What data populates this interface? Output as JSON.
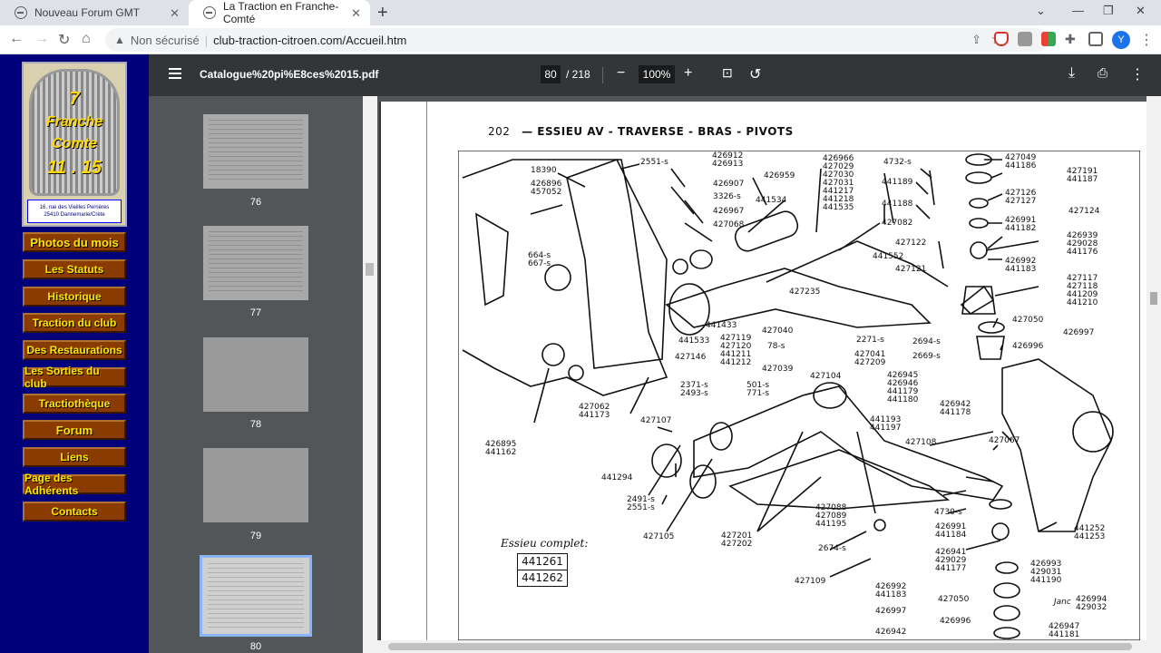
{
  "browser": {
    "tabs": [
      {
        "title": "Nouveau Forum GMT"
      },
      {
        "title": "La Traction en Franche-Comté"
      }
    ],
    "address": {
      "security": "Non sécurisé",
      "url": "club-traction-citroen.com/Accueil.htm"
    },
    "profile_initial": "Y"
  },
  "site": {
    "logo": {
      "line1": "7",
      "line2": "Franche",
      "line3": "Comte",
      "line4": "11 . 15",
      "address": "16, rue des Vieilles Perrières\n25410 Dannemarie/Crète"
    },
    "menu": [
      "Photos du mois",
      "Les Statuts",
      "Historique",
      "Traction du club",
      "Des Restaurations",
      "Les Sorties du club",
      "Tractiothèque",
      "Forum",
      "Liens",
      "Page des Adhérents",
      "Contacts"
    ]
  },
  "pdf": {
    "filename": "Catalogue%20pi%E8ces%2015.pdf",
    "current_page": "80",
    "total_pages": "/ 218",
    "zoom": "100%",
    "thumbnails": [
      {
        "label": "76"
      },
      {
        "label": "77"
      },
      {
        "label": "78"
      },
      {
        "label": "79"
      },
      {
        "label": "80"
      }
    ],
    "page": {
      "number": "202",
      "dash": "—",
      "title": "ESSIEU AV - TRAVERSE - BRAS - PIVOTS",
      "complete_label": "Essieu complet:",
      "complete_refs": [
        "441261",
        "441262"
      ],
      "labels": {
        "l1": "2551-s",
        "l2": "426912\n426913",
        "l3": "18390",
        "l4": "426896\n457052",
        "l5": "426907",
        "l6": "3326-s",
        "l7": "426967",
        "l8": "427068",
        "l9": "426959",
        "l10": "441534",
        "l11": "426966\n427029\n427030\n427031\n441217\n441218\n441535",
        "l12": "4732-s",
        "l13": "441189",
        "l14": "441188",
        "l15": "427049\n441186",
        "l16": "427191\n441187",
        "l17": "427126\n427127",
        "l18": "427124",
        "l19": "426991\n441182",
        "l20": "426939\n429028\n441176",
        "l21": "427082",
        "l22": "427122",
        "l23": "664-s\n667-s",
        "l24": "441552",
        "l25": "427121",
        "l26": "426992\n441183",
        "l27": "427117\n427118\n441209\n441210",
        "l28": "427235",
        "l29": "441433",
        "l30": "427050",
        "l31": "427040",
        "l32": "2271-s",
        "l33": "2694-s",
        "l34": "426997",
        "l35": "441533",
        "l36": "427146",
        "l37": "427119\n427120\n441211\n441212",
        "l38": "78-s",
        "l39": "427041\n427209",
        "l40": "2669-s",
        "l41": "426996",
        "l42": "427039",
        "l43": "427104",
        "l44": "426945\n426946\n441179\n441180",
        "l45": "2371-s\n2493-s",
        "l46": "501-s\n771-s",
        "l47": "426942\n441178",
        "l48": "427062\n441173",
        "l49": "427107",
        "l50": "441193\n441197",
        "l51": "427108",
        "l52": "427067",
        "l53": "426895\n441162",
        "l54": "441294",
        "l55": "2491-s\n2551-s",
        "l56": "427088\n427089\n441195",
        "l57": "4730-s",
        "l58": "426991\n441184",
        "l59": "441252\n441253",
        "l60": "427105",
        "l61": "427201\n427202",
        "l62": "2674-s",
        "l63": "426941\n429029\n441177",
        "l64": "426993\n429031\n441190",
        "l65": "427109",
        "l66": "426992\n441183",
        "l67": "427050",
        "l68": "Janc",
        "l69": "426994\n429032",
        "l70": "426997",
        "l71": "426996",
        "l72": "426942",
        "l73": "426947\n441181"
      }
    }
  }
}
